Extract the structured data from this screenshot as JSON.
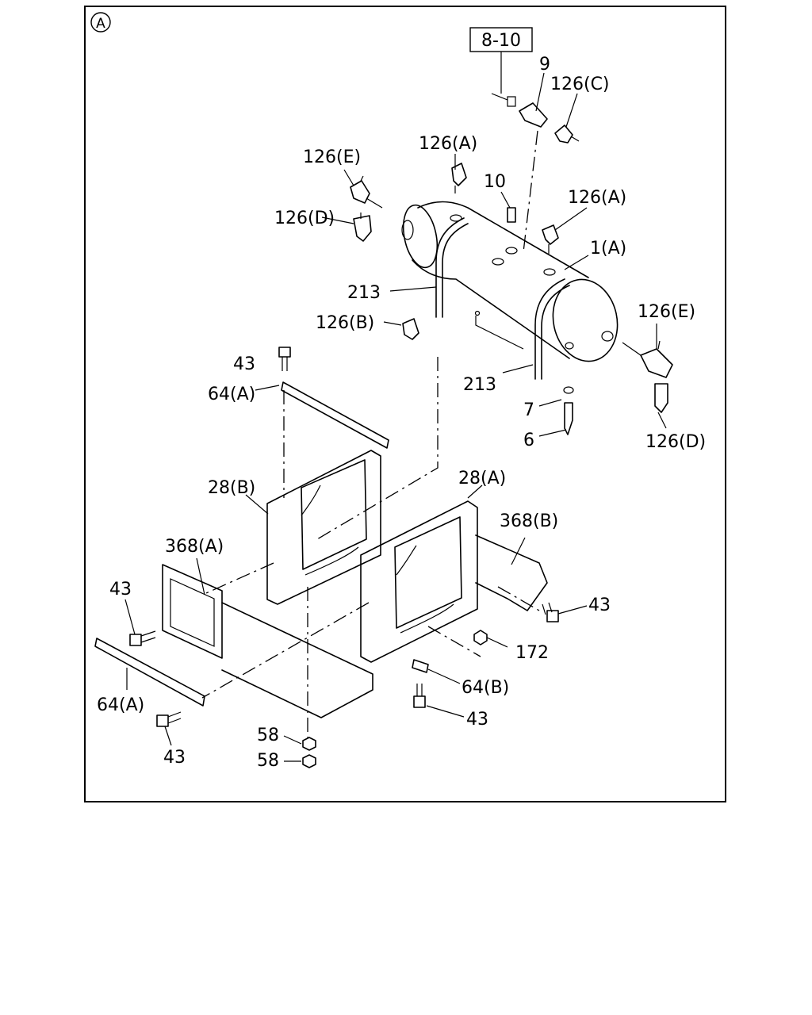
{
  "view_marker": "A",
  "ref_box": "8-10",
  "labels": [
    {
      "id": "l9",
      "text": "9"
    },
    {
      "id": "l126C",
      "text": "126(C)"
    },
    {
      "id": "l126A1",
      "text": "126(A)"
    },
    {
      "id": "l126E1",
      "text": "126(E)"
    },
    {
      "id": "l10",
      "text": "10"
    },
    {
      "id": "l126A2",
      "text": "126(A)"
    },
    {
      "id": "l126D1",
      "text": "126(D)"
    },
    {
      "id": "l1A",
      "text": "1(A)"
    },
    {
      "id": "l213a",
      "text": "213"
    },
    {
      "id": "l126E2",
      "text": "126(E)"
    },
    {
      "id": "l126B",
      "text": "126(B)"
    },
    {
      "id": "l43a",
      "text": "43"
    },
    {
      "id": "l213b",
      "text": "213"
    },
    {
      "id": "l64Aa",
      "text": "64(A)"
    },
    {
      "id": "l7",
      "text": "7"
    },
    {
      "id": "l6",
      "text": "6"
    },
    {
      "id": "l126D2",
      "text": "126(D)"
    },
    {
      "id": "l28A",
      "text": "28(A)"
    },
    {
      "id": "l28B",
      "text": "28(B)"
    },
    {
      "id": "l368B",
      "text": "368(B)"
    },
    {
      "id": "l368A",
      "text": "368(A)"
    },
    {
      "id": "l43b",
      "text": "43"
    },
    {
      "id": "l43c",
      "text": "43"
    },
    {
      "id": "l172",
      "text": "172"
    },
    {
      "id": "l64B",
      "text": "64(B)"
    },
    {
      "id": "l64Ab",
      "text": "64(A)"
    },
    {
      "id": "l43d",
      "text": "43"
    },
    {
      "id": "l43e",
      "text": "43"
    },
    {
      "id": "l58a",
      "text": "58"
    },
    {
      "id": "l58b",
      "text": "58"
    }
  ]
}
